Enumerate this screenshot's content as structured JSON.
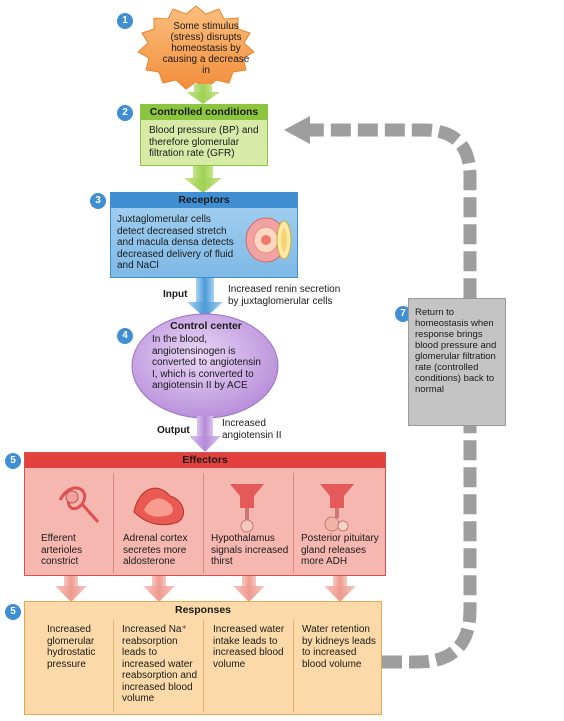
{
  "steps": {
    "n1": "1",
    "n2": "2",
    "n3": "3",
    "n4": "4",
    "n5a": "5",
    "n5b": "5",
    "n7": "7"
  },
  "stimulus": {
    "text": "Some stimulus (stress) disrupts homeostasis by causing a decrease in"
  },
  "controlled": {
    "title": "Controlled conditions",
    "text": "Blood pressure (BP) and therefore glomerular filtration rate (GFR)"
  },
  "receptors": {
    "title": "Receptors",
    "text": "Juxtaglomerular cells detect decreased stretch and macula densa detects decreased delivery of fluid and NaCl"
  },
  "input": {
    "label": "Input",
    "text": "Increased renin secretion by juxtaglomerular cells"
  },
  "control_center": {
    "title": "Control center",
    "text": "In the blood, angiotensinogen is converted to angiotensin I, which is converted to angiotensin II by ACE"
  },
  "output": {
    "label": "Output",
    "text": "Increased angiotensin II"
  },
  "effectors": {
    "title": "Effectors",
    "items": [
      "Efferent arterioles constrict",
      "Adrenal cortex secretes more aldosterone",
      "Hypothalamus signals increased thirst",
      "Posterior pituitary gland releases more ADH"
    ]
  },
  "responses": {
    "title": "Responses",
    "items": [
      "Increased glomerular hydrostatic pressure",
      "Increased Na⁺ reabsorption leads to increased water reabsorption and increased blood volume",
      "Increased water intake leads to increased blood volume",
      "Water retention by kidneys leads to increased blood volume"
    ]
  },
  "return": {
    "text": "Return to homeostasis when response brings blood pressure and glomerular filtration rate (controlled conditions) back to normal"
  },
  "colors": {
    "step_badge": "#3f8fd2",
    "stimulus": "#f7a25a",
    "controlled_fill": "#d7eaa8",
    "controlled_header": "#8cc63f",
    "receptors_fill": "#8ec3ea",
    "receptors_header": "#3f8fd2",
    "control_center": "#c39be0",
    "effectors_fill": "#f6b7b0",
    "effectors_header": "#e2413e",
    "responses_fill": "#fbd9a8",
    "return_box": "#bcbcbc"
  }
}
